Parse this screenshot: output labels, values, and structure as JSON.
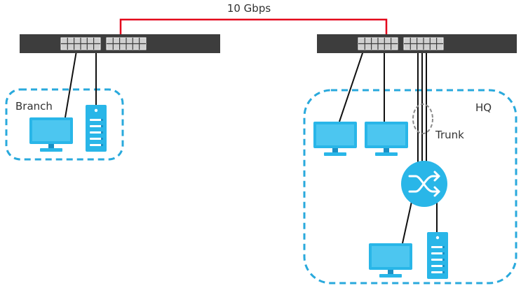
{
  "labels": {
    "link_speed": "10 Gbps",
    "branch": "Branch",
    "hq": "HQ",
    "trunk": "Trunk"
  },
  "colors": {
    "switch_body": "#3d3d3d",
    "port_fill": "#cfcfcf",
    "uplink": "#e3001b",
    "device": "#29b6e8",
    "device_dark": "#1a8fc4",
    "boundary": "#29a9dc",
    "cable": "#111111",
    "trunk_ring": "#8a8a8a",
    "text": "#333333"
  },
  "icons": {
    "switch": "switch-icon",
    "monitor": "monitor-icon",
    "server": "server-icon",
    "router": "router-icon"
  }
}
